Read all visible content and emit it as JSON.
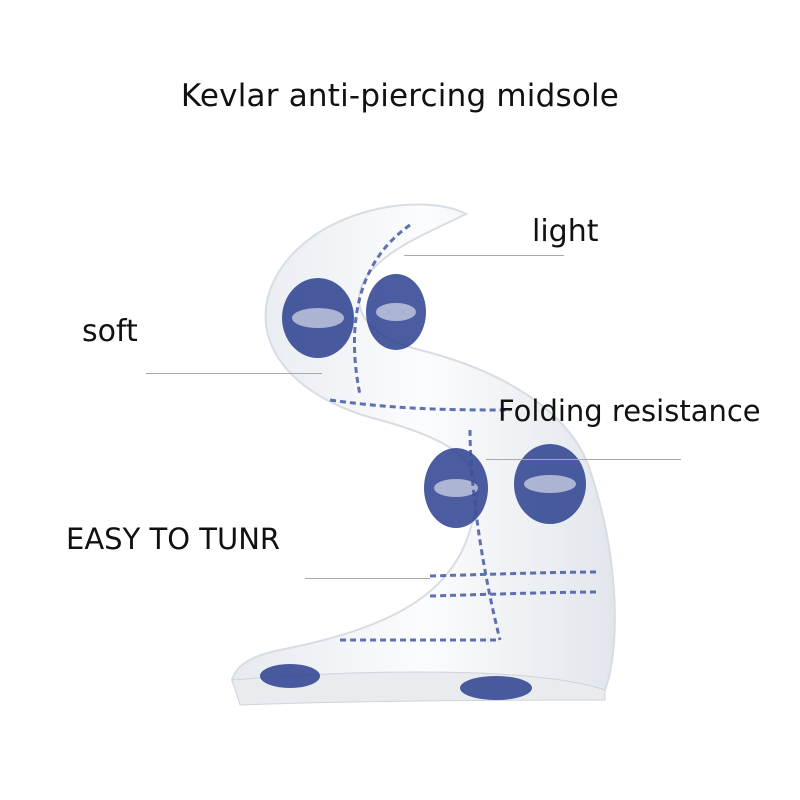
{
  "title": "Kevlar anti-piercing midsole",
  "callouts": {
    "light": "light",
    "soft": "soft",
    "folding": "Folding resistance",
    "turn": "EASY TO TUNR"
  },
  "colors": {
    "background": "#ffffff",
    "text": "#111111",
    "leader_line": "#a9a9a9",
    "sole_fabric": "#f4f6f8",
    "print_blue": "#2b3f8f"
  }
}
